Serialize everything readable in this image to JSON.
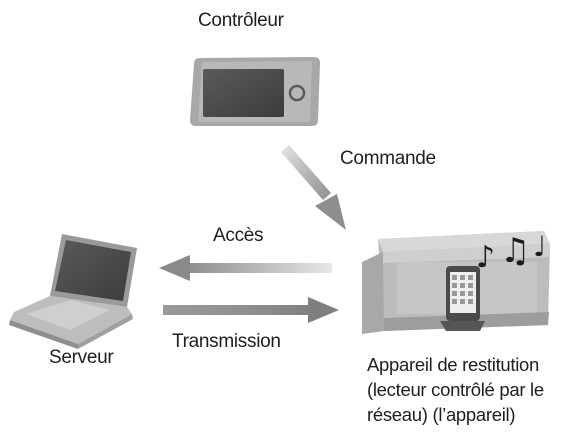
{
  "diagram": {
    "controller_label": "Contrôleur",
    "command_label": "Commande",
    "access_label": "Accès",
    "transmission_label": "Transmission",
    "server_label": "Serveur",
    "player_label": {
      "line1": "Appareil de restitution",
      "line2": "(lecteur contrôlé par le",
      "line3": "réseau) (l’appareil)"
    }
  },
  "icons": {
    "controller": "tablet-remote-icon",
    "server": "laptop-icon",
    "player": "speaker-dock-icon",
    "notes": "music-notes-icon"
  },
  "colors": {
    "arrow": "#9a9a9a",
    "device_body": "#b9b9b9",
    "device_dark": "#4d4d4d"
  }
}
